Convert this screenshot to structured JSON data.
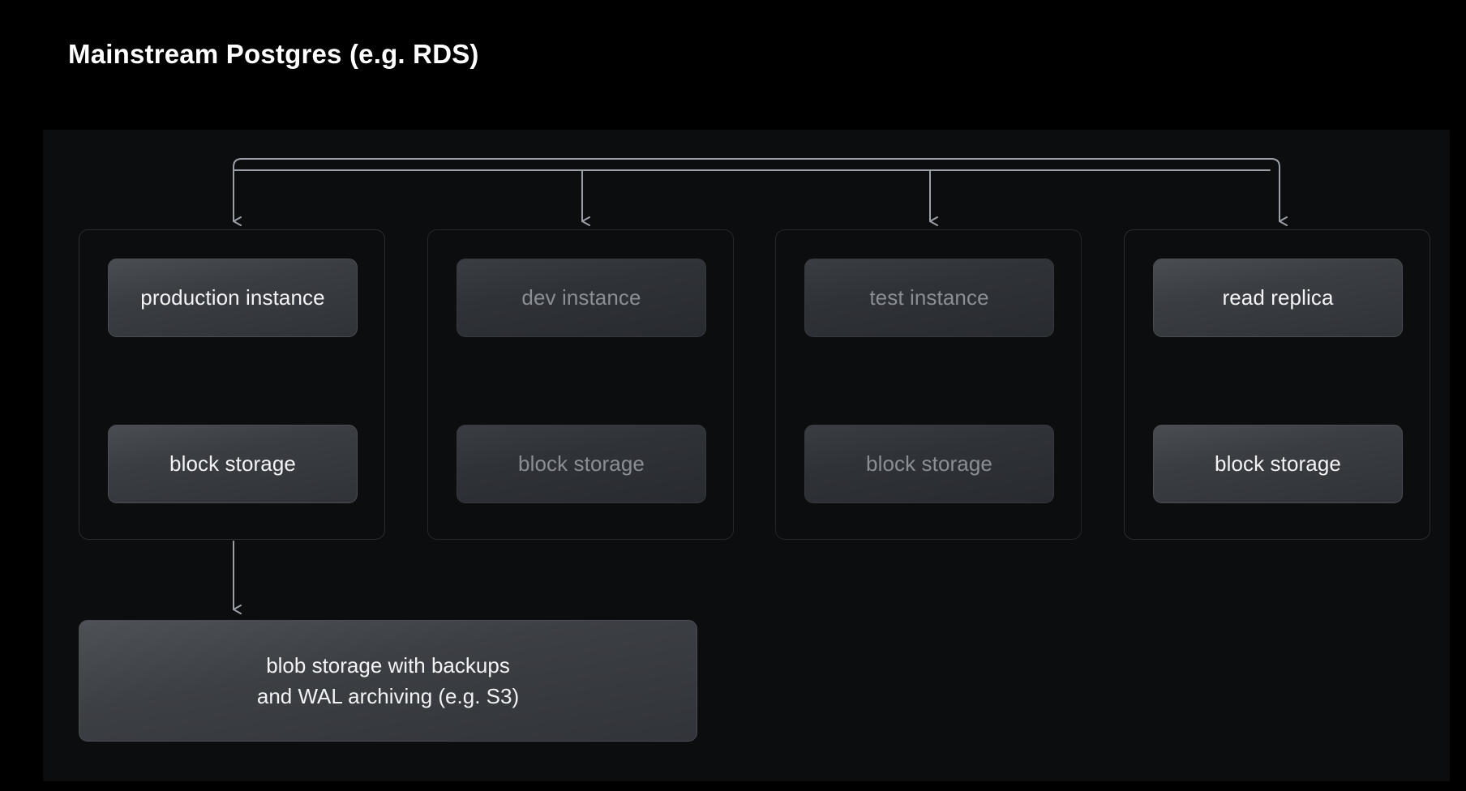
{
  "title": "Mainstream Postgres (e.g. RDS)",
  "colors": {
    "page_background": "#000000",
    "panel_background": "#0c0d0e",
    "node_fill_bright": "#3a3d42",
    "node_fill_dim": "#2f3237",
    "text_bright": "#f2f3f4",
    "text_dim": "#8b8f94",
    "connector": "#9aa0a6",
    "group_border": "#2a2c2f"
  },
  "groups": [
    {
      "id": "production",
      "state": "active",
      "instance_label": "production instance",
      "storage_label": "block storage"
    },
    {
      "id": "dev",
      "state": "dimmed",
      "instance_label": "dev instance",
      "storage_label": "block storage"
    },
    {
      "id": "test",
      "state": "dimmed",
      "instance_label": "test instance",
      "storage_label": "block storage"
    },
    {
      "id": "read-replica",
      "state": "active",
      "instance_label": "read replica",
      "storage_label": "block storage"
    }
  ],
  "blob_storage": {
    "line1": "blob storage with backups",
    "line2": "and WAL archiving (e.g. S3)"
  },
  "connectors": {
    "fan_out_description": "horizontal bus branching down into four group boxes",
    "instance_storage_description": "bidirectional vertical arrow between instance and block storage",
    "backup_description": "downward arrow from production group to blob storage"
  }
}
